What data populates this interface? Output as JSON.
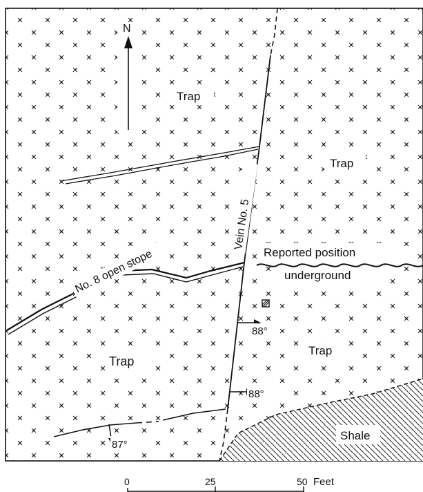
{
  "north_arrow": {
    "label": "N"
  },
  "labels": {
    "trap_nw": "Trap",
    "trap_ne": "Trap",
    "trap_sw": "Trap",
    "trap_se": "Trap",
    "vein": "Vein No. 5",
    "stope": "No. 8 open stope",
    "reported_line1": "Reported position",
    "reported_line2": "underground",
    "shale": "Shale"
  },
  "dips": {
    "upper_vein": "88°",
    "lower_vein": "88°",
    "fault": "87°"
  },
  "scale": {
    "ticks": [
      "0",
      "25",
      "50"
    ],
    "unit": "Feet"
  }
}
